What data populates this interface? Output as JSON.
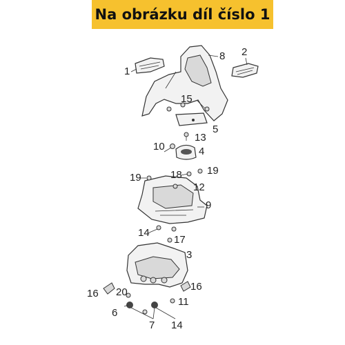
{
  "banner": {
    "text": "Na obrázku díl číslo 1",
    "color": "#f6c12e"
  },
  "callouts": [
    "1",
    "2",
    "8",
    "15",
    "5",
    "13",
    "10",
    "4",
    "19",
    "18",
    "19",
    "12",
    "9",
    "14",
    "17",
    "3",
    "16",
    "20",
    "16",
    "11",
    "6",
    "7",
    "14"
  ],
  "icons": [
    "footpeg",
    "handlebar-cover",
    "bracket",
    "frame-cover",
    "lower-cover",
    "bolt",
    "nut"
  ]
}
